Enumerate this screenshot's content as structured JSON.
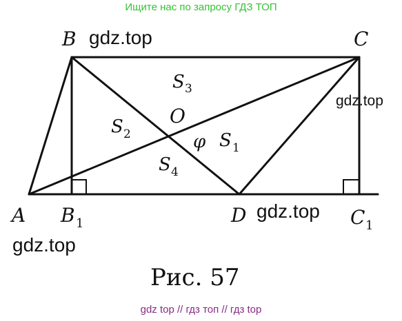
{
  "banner_top": "Ищите нас по запросу ГДЗ ТОП",
  "banner_bottom": "gdz top  //  гдз топ  //  гдз top",
  "points": {
    "A": "A",
    "B": "B",
    "C": "C",
    "D": "D",
    "O": "O",
    "B1_main": "B",
    "B1_sub": "1",
    "C1_main": "C",
    "C1_sub": "1"
  },
  "areas": {
    "S1_main": "S",
    "S1_sub": "1",
    "S2_main": "S",
    "S2_sub": "2",
    "S3_main": "S",
    "S3_sub": "3",
    "S4_main": "S",
    "S4_sub": "4"
  },
  "angle": "φ",
  "watermarks": {
    "top_left": "gdz.top",
    "right": "gdz.top",
    "bottom_mid": "gdz.top",
    "bottom_left": "gdz.top"
  },
  "caption": "Рис. 57"
}
